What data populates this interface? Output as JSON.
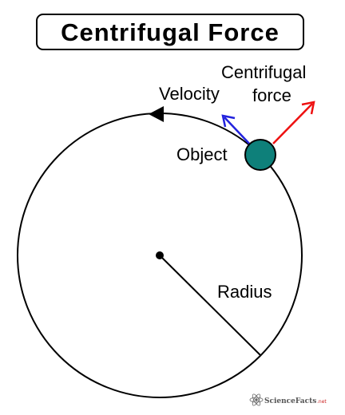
{
  "title": "Centrifugal Force",
  "labels": {
    "velocity": "Velocity",
    "centrifugal_line1": "Centrifugal",
    "centrifugal_line2": "force",
    "object": "Object",
    "radius": "Radius"
  },
  "watermark": {
    "brand": "ScienceFacts",
    "suffix": ".net"
  },
  "colors": {
    "velocity_arrow": "#2222dd",
    "centrifugal_arrow": "#ee1111",
    "object_fill": "#0e807a",
    "outline": "#000000"
  }
}
